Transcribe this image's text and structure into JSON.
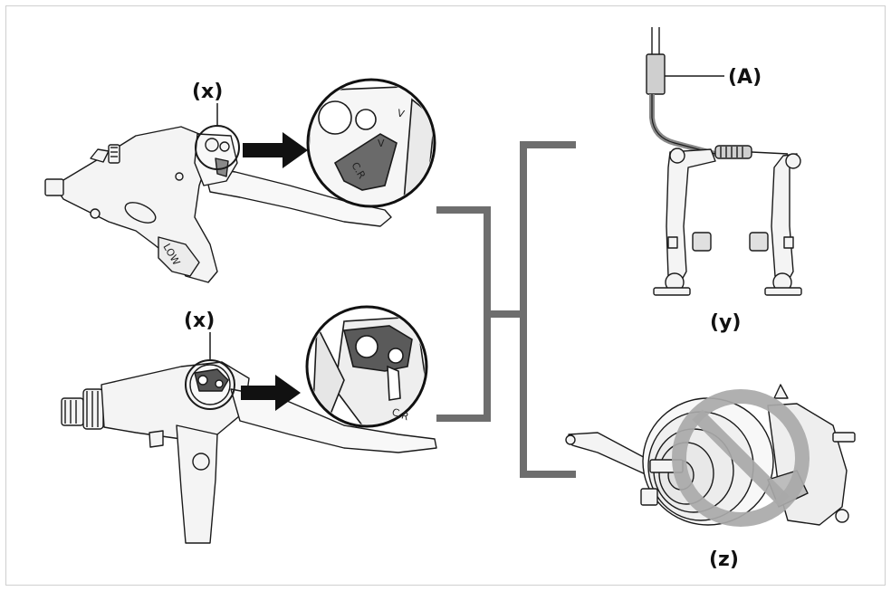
{
  "labels": {
    "x_top": "(x)",
    "x_bottom": "(x)",
    "y": "(y)",
    "z": "(z)",
    "a": "(A)"
  },
  "lever_markings": {
    "low": "LOW",
    "v": "V",
    "cr": "C.R"
  },
  "colors": {
    "ink": "#1a1a1a",
    "bracket": "#6e6e6e",
    "prohibition": "#a9a9a9",
    "lever_fill": "#f2f2f2",
    "cam_fill": "#555555"
  },
  "icons": [
    "magnifier-circle-icon",
    "arrow-right-icon",
    "bracket-icon",
    "prohibition-icon"
  ]
}
